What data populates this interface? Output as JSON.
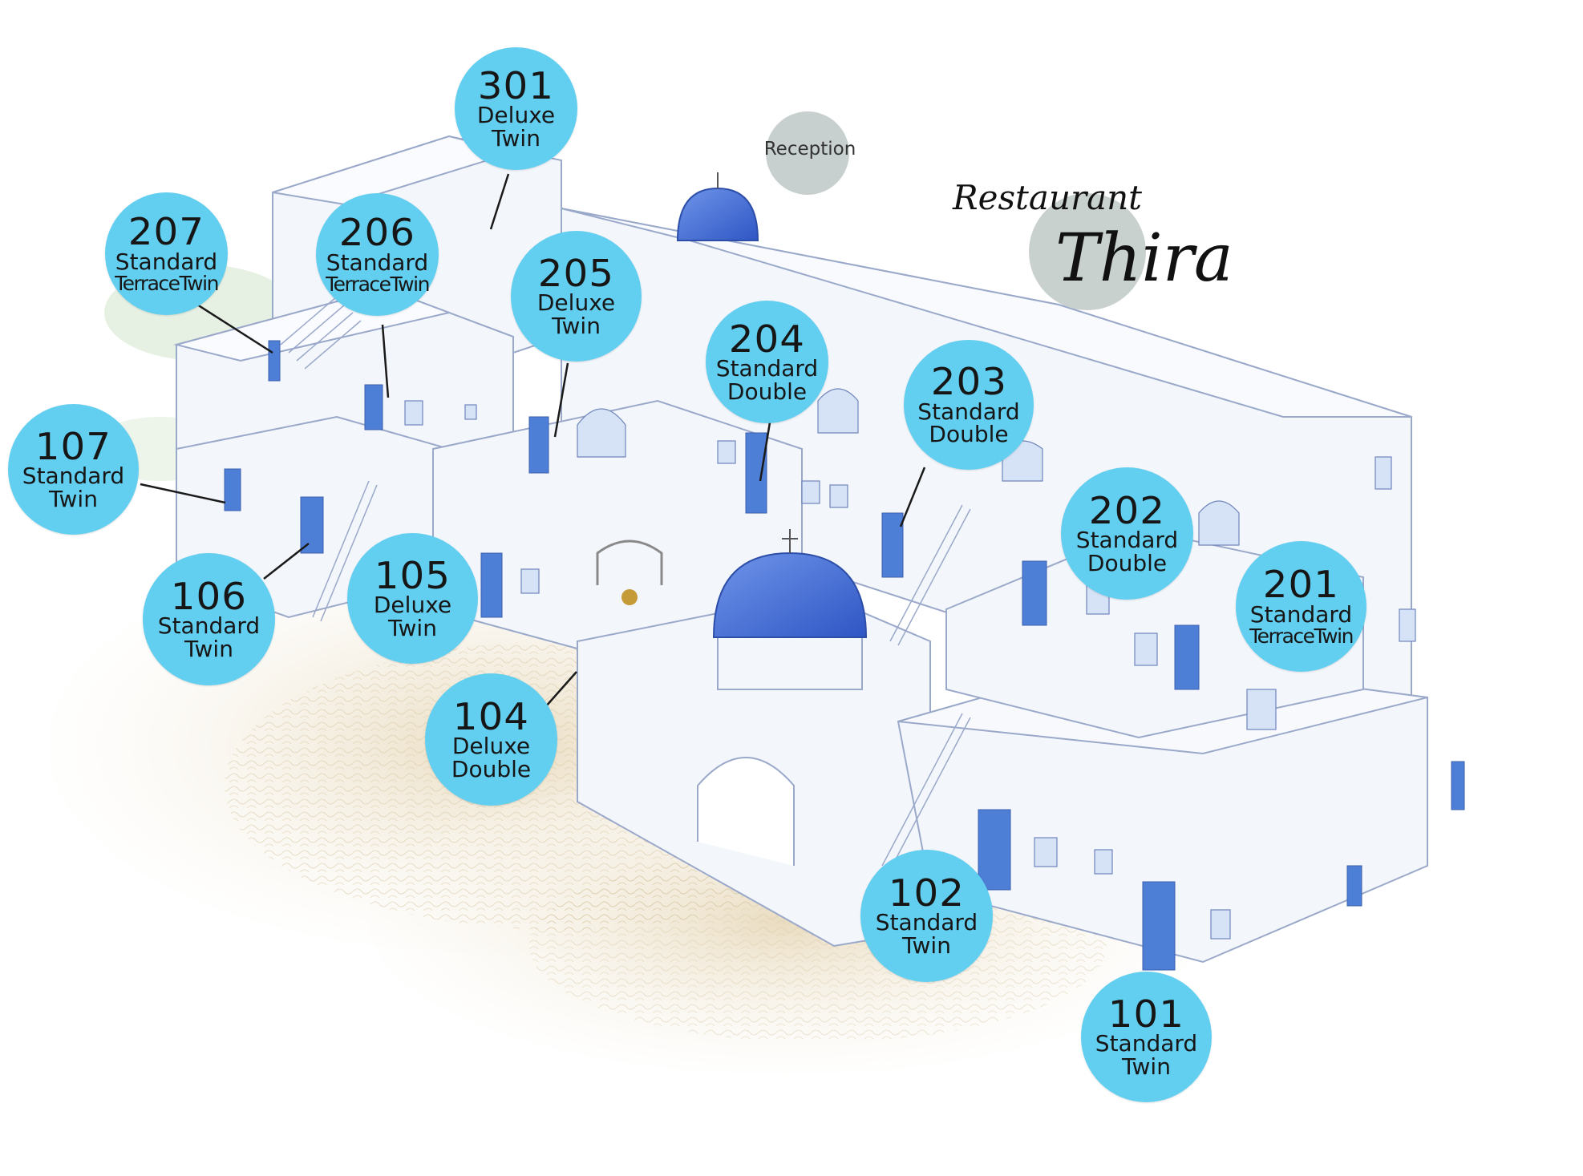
{
  "colors": {
    "bubble": "#63cff0",
    "bubble_text": "#161616",
    "building_wall": "#f3f6fb",
    "building_line": "#9aa8c9",
    "door_blue": "#4e7fd6",
    "dome_blue": "#3d6cd9",
    "ground": "#e9dcc0",
    "poi_circle": "#c8d0cf"
  },
  "reception": {
    "label": "Reception"
  },
  "restaurant": {
    "word": "Restaurant",
    "name": "Thira"
  },
  "rooms": [
    {
      "id": "r301",
      "number": "301",
      "line1": "Deluxe",
      "line2": "Twin"
    },
    {
      "id": "r207",
      "number": "207",
      "line1": "Standard",
      "line2": "TerraceTwin"
    },
    {
      "id": "r206",
      "number": "206",
      "line1": "Standard",
      "line2": "TerraceTwin"
    },
    {
      "id": "r205",
      "number": "205",
      "line1": "Deluxe",
      "line2": "Twin"
    },
    {
      "id": "r204",
      "number": "204",
      "line1": "Standard",
      "line2": "Double"
    },
    {
      "id": "r203",
      "number": "203",
      "line1": "Standard",
      "line2": "Double"
    },
    {
      "id": "r202",
      "number": "202",
      "line1": "Standard",
      "line2": "Double"
    },
    {
      "id": "r201",
      "number": "201",
      "line1": "Standard",
      "line2": "TerraceTwin"
    },
    {
      "id": "r107",
      "number": "107",
      "line1": "Standard",
      "line2": "Twin"
    },
    {
      "id": "r106",
      "number": "106",
      "line1": "Standard",
      "line2": "Twin"
    },
    {
      "id": "r105",
      "number": "105",
      "line1": "Deluxe",
      "line2": "Twin"
    },
    {
      "id": "r104",
      "number": "104",
      "line1": "Deluxe",
      "line2": "Double"
    },
    {
      "id": "r102",
      "number": "102",
      "line1": "Standard",
      "line2": "Twin"
    },
    {
      "id": "r101",
      "number": "101",
      "line1": "Standard",
      "line2": "Twin"
    }
  ]
}
